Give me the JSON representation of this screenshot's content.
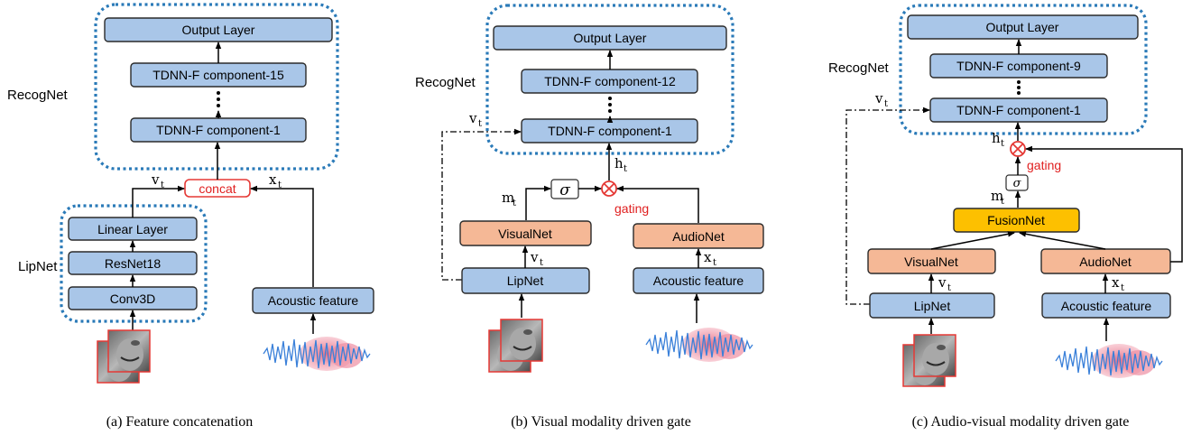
{
  "panel_a": {
    "output": "Output Layer",
    "comp_top": "TDNN-F component-15",
    "comp_bottom": "TDNN-F component-1",
    "recognet": "RecogNet",
    "concat": "concat",
    "linear": "Linear Layer",
    "resnet": "ResNet18",
    "conv3d": "Conv3D",
    "lipnet": "LipNet",
    "acoustic": "Acoustic feature",
    "v": "v",
    "v_sub": "t",
    "x": "x",
    "x_sub": "t",
    "caption": "(a) Feature concatenation"
  },
  "panel_b": {
    "output": "Output Layer",
    "comp_top": "TDNN-F component-12",
    "comp_bottom": "TDNN-F component-1",
    "recognet": "RecogNet",
    "sigma": "σ",
    "gating": "gating",
    "visualnet": "VisualNet",
    "audionet": "AudioNet",
    "lipnet": "LipNet",
    "acoustic": "Acoustic feature",
    "v": "v",
    "v_sub": "t",
    "x": "x",
    "x_sub": "t",
    "m": "m",
    "m_sub": "t",
    "h": "h",
    "h_sub": "t",
    "caption": "(b) Visual modality driven gate"
  },
  "panel_c": {
    "output": "Output Layer",
    "comp_top": "TDNN-F component-9",
    "comp_bottom": "TDNN-F component-1",
    "recognet": "RecogNet",
    "sigma": "σ",
    "gating": "gating",
    "fusionnet": "FusionNet",
    "visualnet": "VisualNet",
    "audionet": "AudioNet",
    "lipnet": "LipNet",
    "acoustic": "Acoustic feature",
    "v": "v",
    "v_sub": "t",
    "x": "x",
    "x_sub": "t",
    "m": "m",
    "m_sub": "t",
    "h": "h",
    "h_sub": "t",
    "caption": "(c) Audio-visual modality driven gate"
  },
  "colors": {
    "layer_blue": "#a9c6e8",
    "net_orange": "#f5b896",
    "fusion_yellow": "#fdc000",
    "group_border": "#2a7ab8",
    "gate_red": "#e02020"
  },
  "icons": [
    "face-image-icon",
    "waveform-icon",
    "gate-multiply-icon"
  ]
}
